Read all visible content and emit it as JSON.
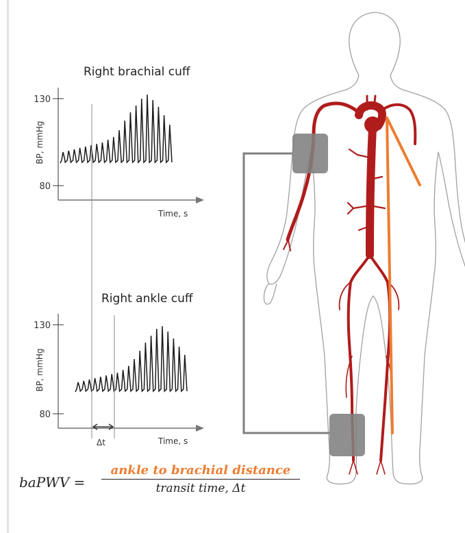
{
  "top_panel": {
    "title": "Right brachial cuff",
    "y_label": "BP, mmHg",
    "y_tick_high": "130",
    "y_tick_low": "80",
    "x_label": "Time, s"
  },
  "bottom_panel": {
    "title": "Right ankle cuff",
    "y_label": "BP, mmHg",
    "y_tick_high": "130",
    "y_tick_low": "80",
    "x_label": "Time, s",
    "delta_label": "Δt"
  },
  "formula": {
    "lhs": "baPWV =",
    "numerator": "ankle to brachial distance",
    "denominator": "transit time, Δt"
  },
  "colors": {
    "artery": "#b01c1c",
    "path_line": "#ed7d31",
    "cuff": "#7f7f7f",
    "connector": "#7f7f7f",
    "body_outline": "#a0a0a0"
  }
}
